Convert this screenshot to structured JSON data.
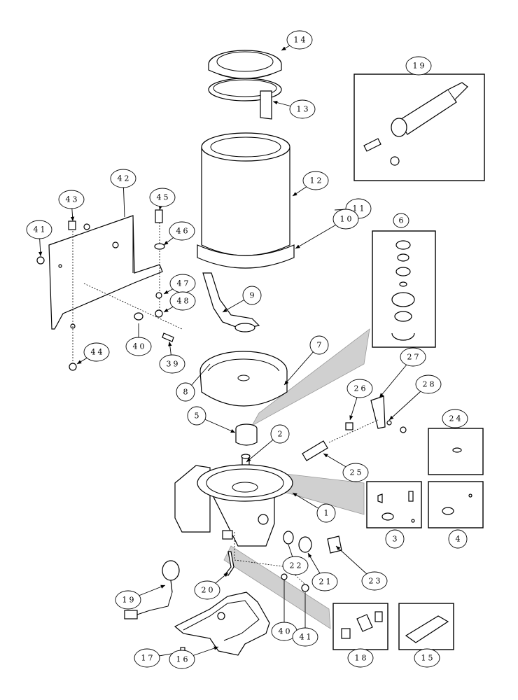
{
  "callouts": [
    {
      "id": "c14",
      "label": "14"
    },
    {
      "id": "c13",
      "label": "13"
    },
    {
      "id": "c19top",
      "label": "19"
    },
    {
      "id": "c12",
      "label": "12"
    },
    {
      "id": "c42",
      "label": "42"
    },
    {
      "id": "c43",
      "label": "43"
    },
    {
      "id": "c45",
      "label": "45"
    },
    {
      "id": "c11",
      "label": "11"
    },
    {
      "id": "c10",
      "label": "10"
    },
    {
      "id": "c41a",
      "label": "41"
    },
    {
      "id": "c46",
      "label": "46"
    },
    {
      "id": "c6",
      "label": "6"
    },
    {
      "id": "c47",
      "label": "47"
    },
    {
      "id": "c48",
      "label": "48"
    },
    {
      "id": "c9",
      "label": "9"
    },
    {
      "id": "c40a",
      "label": "40"
    },
    {
      "id": "c39",
      "label": "39"
    },
    {
      "id": "c44",
      "label": "44"
    },
    {
      "id": "c7",
      "label": "7"
    },
    {
      "id": "c27",
      "label": "27"
    },
    {
      "id": "c8",
      "label": "8"
    },
    {
      "id": "c26",
      "label": "26"
    },
    {
      "id": "c28",
      "label": "28"
    },
    {
      "id": "c5",
      "label": "5"
    },
    {
      "id": "c24",
      "label": "24"
    },
    {
      "id": "c2",
      "label": "2"
    },
    {
      "id": "c25",
      "label": "25"
    },
    {
      "id": "c1",
      "label": "1"
    },
    {
      "id": "c3",
      "label": "3"
    },
    {
      "id": "c4",
      "label": "4"
    },
    {
      "id": "c22",
      "label": "22"
    },
    {
      "id": "c21",
      "label": "21"
    },
    {
      "id": "c23",
      "label": "23"
    },
    {
      "id": "c20",
      "label": "20"
    },
    {
      "id": "c19bot",
      "label": "19"
    },
    {
      "id": "c40b",
      "label": "40"
    },
    {
      "id": "c41b",
      "label": "41"
    },
    {
      "id": "c17",
      "label": "17"
    },
    {
      "id": "c16",
      "label": "16"
    },
    {
      "id": "c18",
      "label": "18"
    },
    {
      "id": "c15",
      "label": "15"
    }
  ]
}
